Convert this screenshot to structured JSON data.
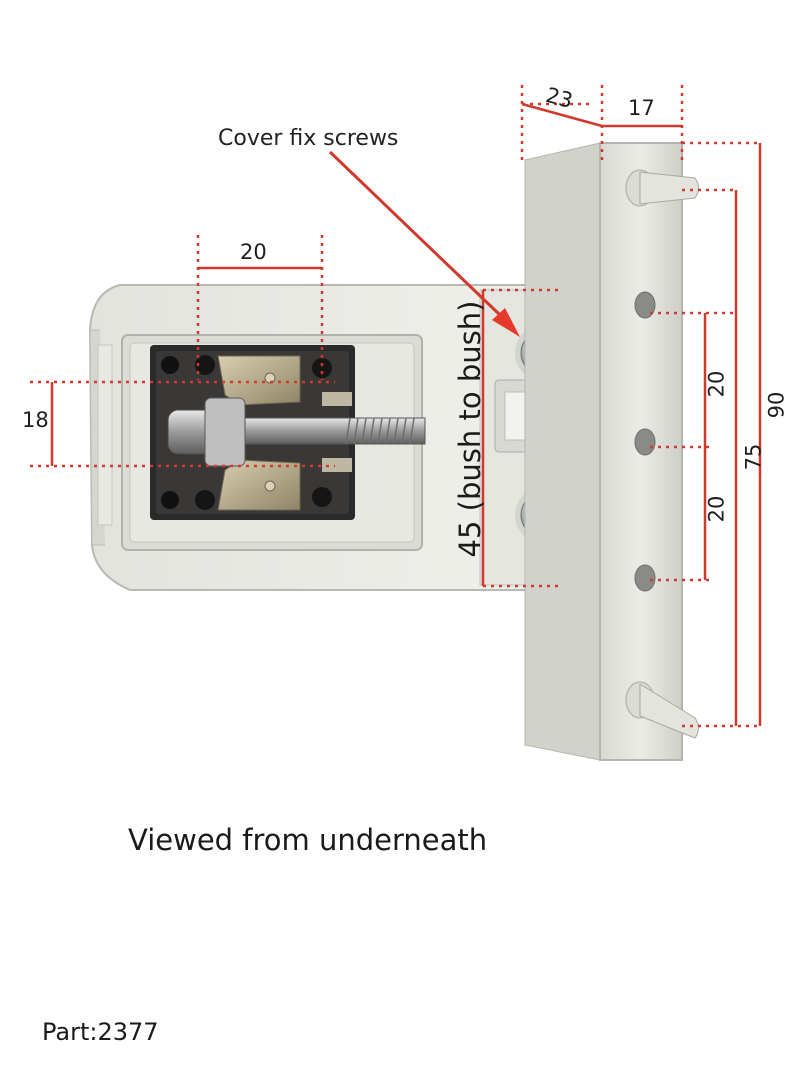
{
  "callout": {
    "label": "Cover fix screws"
  },
  "dimensions": {
    "top_offset": "23",
    "top_width": "17",
    "bracket_spacing": "20",
    "bracket_height": "18",
    "bush_to_bush": "45 (bush to bush)",
    "hole_spacing_upper": "20",
    "hole_spacing_lower": "20",
    "pin_span": "75",
    "overall_height": "90"
  },
  "caption": "Viewed from underneath",
  "part_label": "Part:2377",
  "colors": {
    "dimension_line": "#d0392b",
    "arrow": "#e53a2a",
    "plastic": "#e7e7e2"
  }
}
